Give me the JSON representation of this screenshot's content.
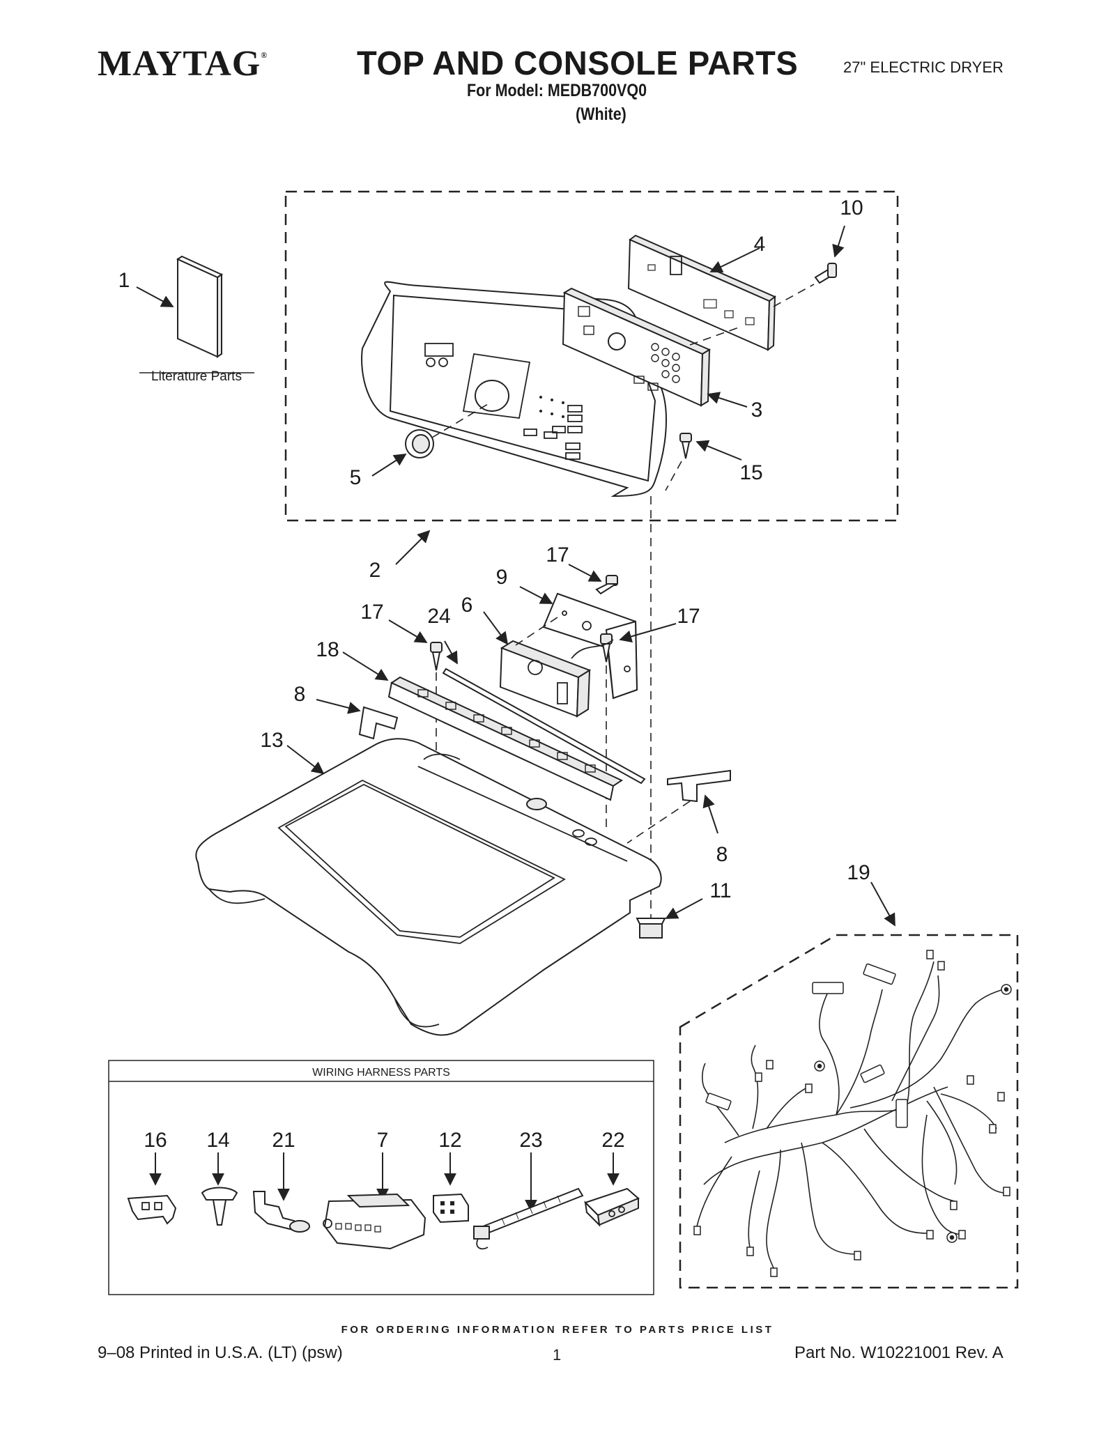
{
  "header": {
    "brand": "MAYTAG",
    "brand_mark": "®",
    "title": "TOP AND CONSOLE PARTS",
    "model_line": "For Model: MEDB700VQ0",
    "color_line": "(White)",
    "product_type": "27\" ELECTRIC DRYER"
  },
  "callouts": {
    "c1": "1",
    "c2": "2",
    "c3": "3",
    "c4": "4",
    "c5": "5",
    "c6": "6",
    "c8a": "8",
    "c8b": "8",
    "c9": "9",
    "c10": "10",
    "c11": "11",
    "c13": "13",
    "c15": "15",
    "c17a": "17",
    "c17b": "17",
    "c17c": "17",
    "c18": "18",
    "c19": "19",
    "c24": "24"
  },
  "literature_label": "Literature Parts",
  "wiring_box": {
    "title": "WIRING HARNESS PARTS",
    "items": [
      {
        "num": "16",
        "icon": "harness-clip-icon"
      },
      {
        "num": "14",
        "icon": "push-rivet-icon"
      },
      {
        "num": "21",
        "icon": "wire-terminal-icon"
      },
      {
        "num": "7",
        "icon": "connector-housing-icon"
      },
      {
        "num": "12",
        "icon": "small-connector-icon"
      },
      {
        "num": "23",
        "icon": "cable-tie-icon"
      },
      {
        "num": "22",
        "icon": "terminal-block-icon"
      }
    ]
  },
  "footer": {
    "ordering": "FOR ORDERING INFORMATION REFER TO PARTS PRICE LIST",
    "print_info": "9–08 Printed in U.S.A. (LT) (psw)",
    "page_number": "1",
    "part_number": "Part No. W10221001 Rev. A"
  }
}
